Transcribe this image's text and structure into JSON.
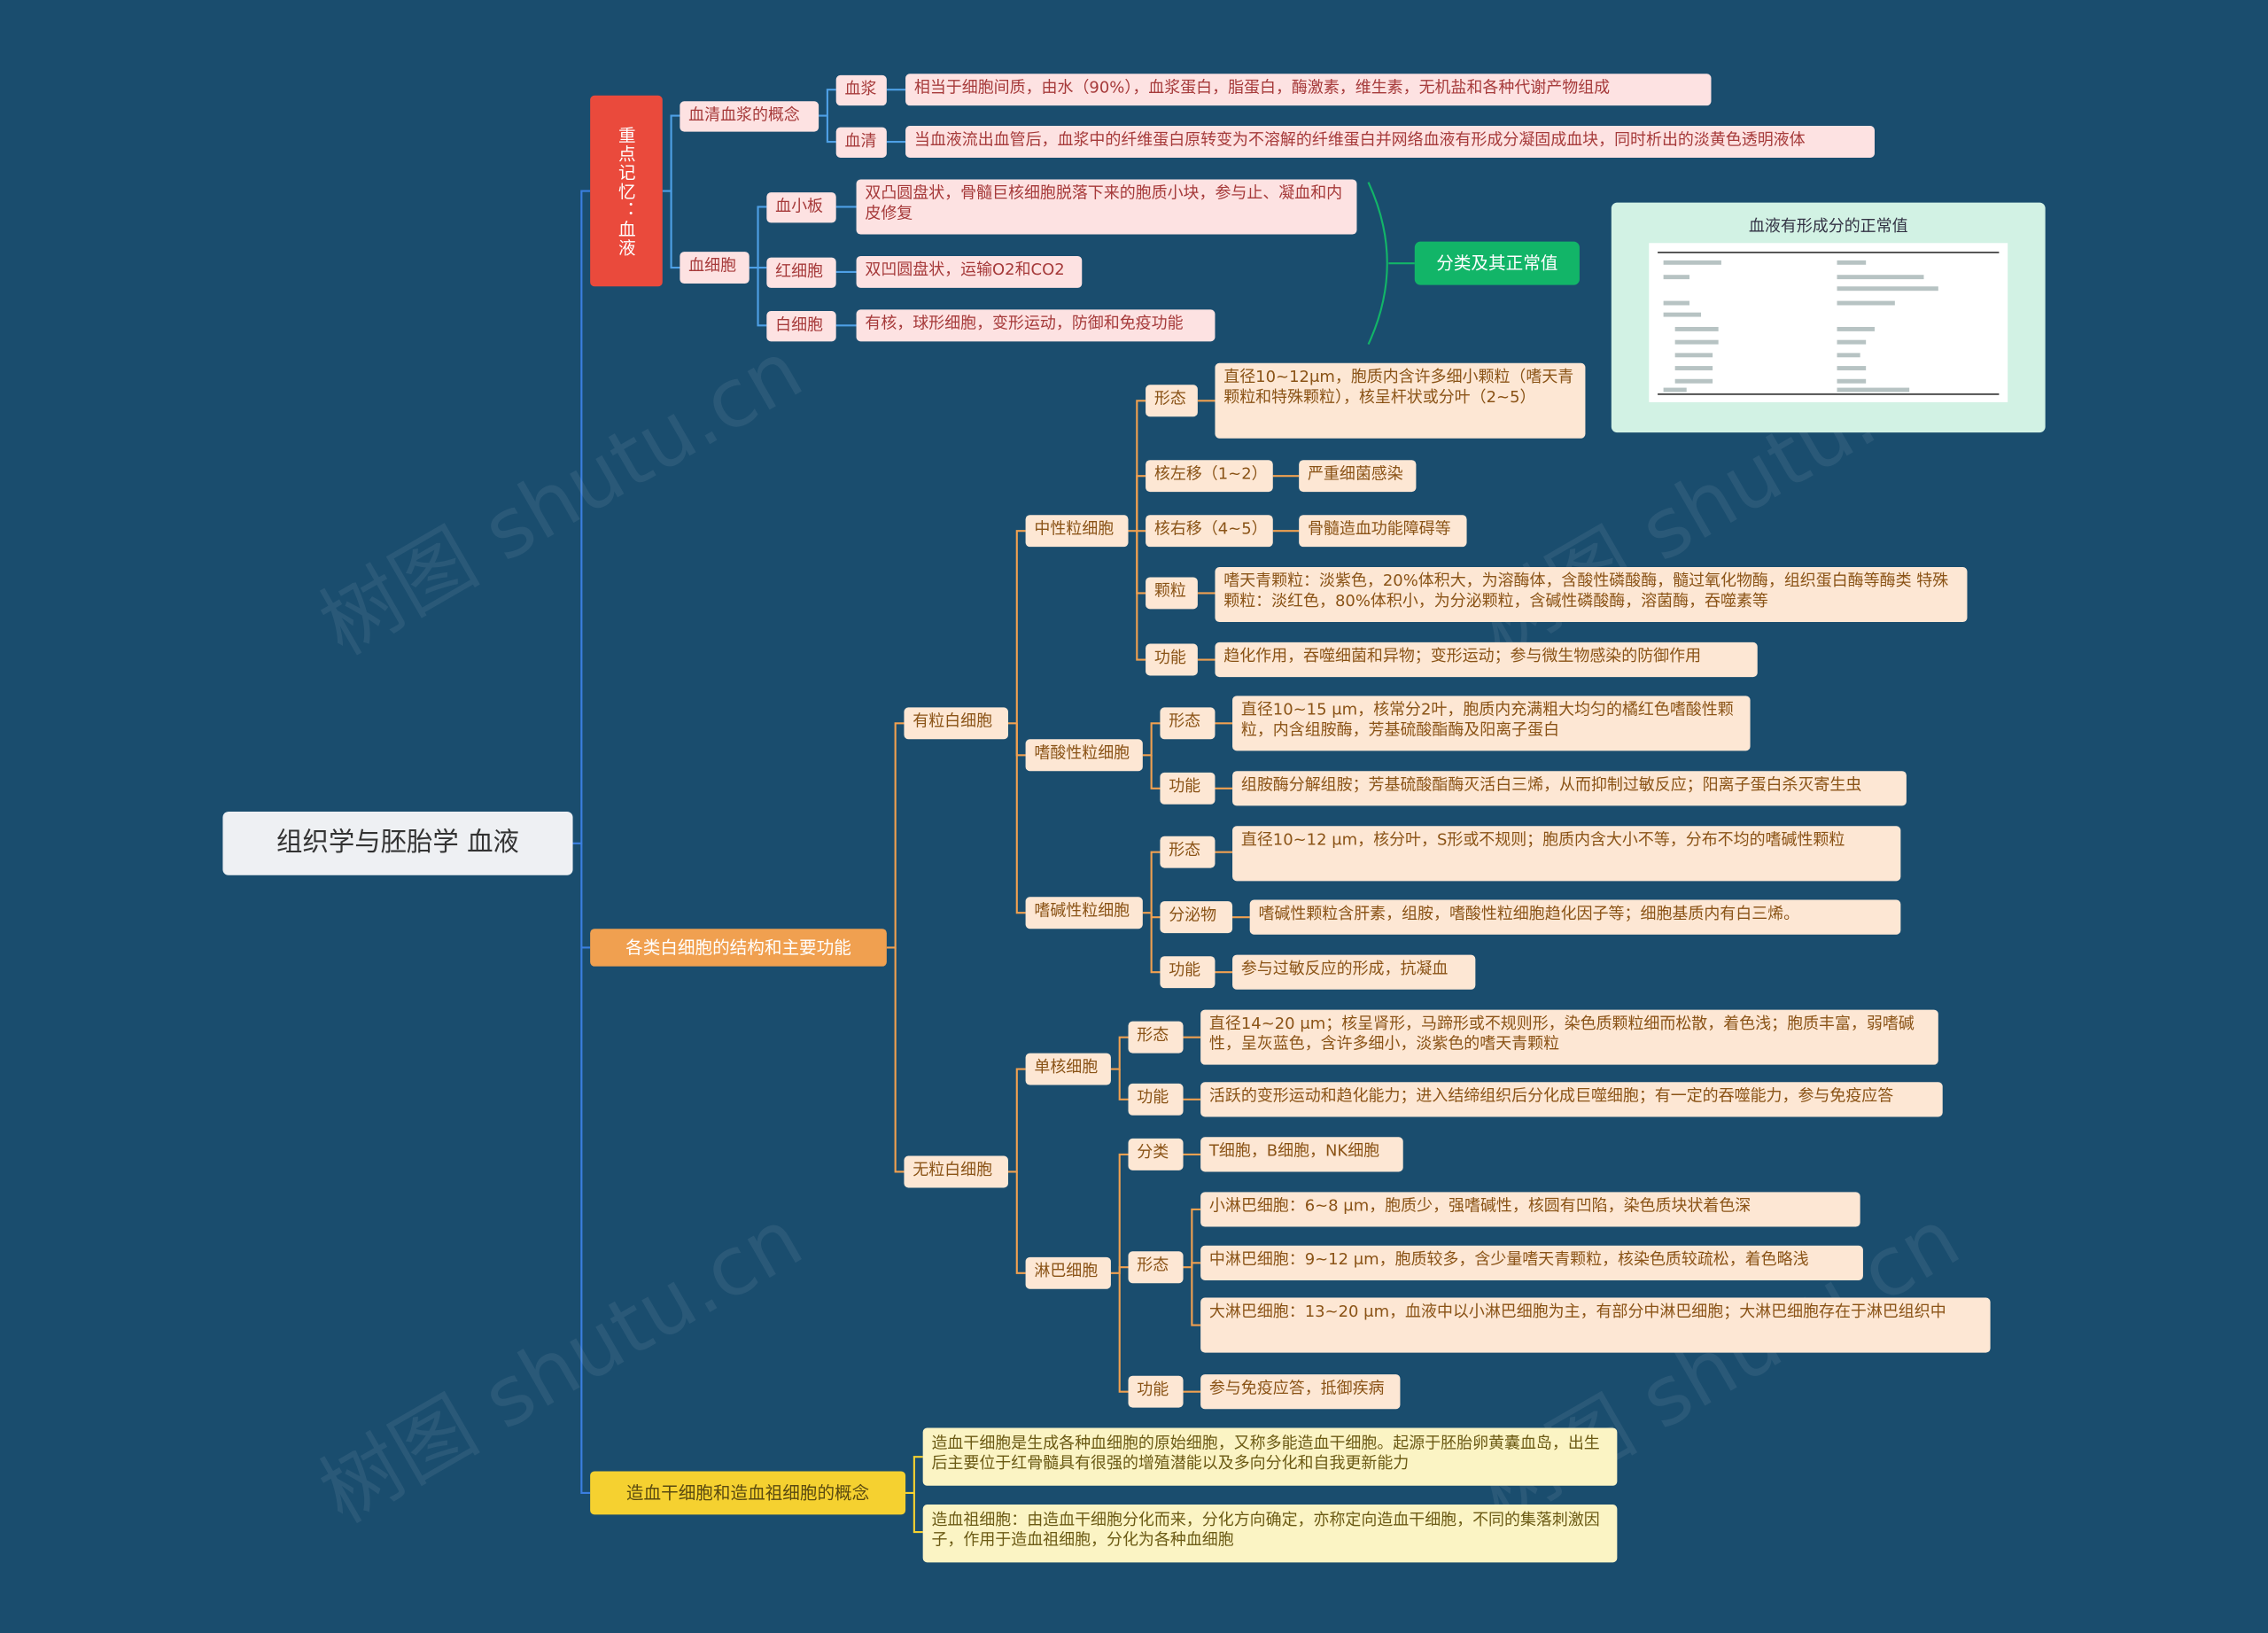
{
  "root": {
    "title": "组织学与胚胎学   血液"
  },
  "branch1": {
    "label": "重点记忆：血液",
    "plasma_concept": "血清血浆的概念",
    "plasma": {
      "label": "血浆",
      "text": "相当于细胞间质，由水（90%），血浆蛋白，脂蛋白，酶激素，维生素，无机盐和各种代谢产物组成"
    },
    "serum": {
      "label": "血清",
      "text": "当血液流出血管后，血浆中的纤维蛋白原转变为不溶解的纤维蛋白并网络血液有形成分凝固成血块，同时析出的淡黄色透明液体"
    },
    "blood_cells": "血细胞",
    "platelet": {
      "label": "血小板",
      "text": "双凸圆盘状，骨髓巨核细胞脱落下来的胞质小块，参与止、凝血和内皮修复"
    },
    "rbc": {
      "label": "红细胞",
      "text": "双凹圆盘状，运输O2和CO2"
    },
    "wbc": {
      "label": "白细胞",
      "text": "有核，球形细胞，变形运动，防御和免疫功能"
    },
    "classify": "分类及其正常值",
    "card_title": "血液有形成分的正常值"
  },
  "branch2": {
    "label": "各类白细胞的结构和主要功能",
    "granular": "有粒白细胞",
    "neutrophil": {
      "label": "中性粒细胞",
      "morph_label": "形态",
      "morph_text": "直径10~12μm，胞质内含许多细小颗粒（嗜天青颗粒和特殊颗粒），核呈杆状或分叶（2~5）",
      "left_label": "核左移（1~2）",
      "left_text": "严重细菌感染",
      "right_label": "核右移（4~5）",
      "right_text": "骨髓造血功能障碍等",
      "granule_label": "颗粒",
      "granule_text": "嗜天青颗粒：淡紫色，20%体积大，为溶酶体，含酸性磷酸酶，髓过氧化物酶，组织蛋白酶等酶类 特殊颗粒：淡红色，80%体积小，为分泌颗粒，含碱性磷酸酶，溶菌酶，吞噬素等",
      "func_label": "功能",
      "func_text": "趋化作用，吞噬细菌和异物；变形运动；参与微生物感染的防御作用"
    },
    "eosinophil": {
      "label": "嗜酸性粒细胞",
      "morph_label": "形态",
      "morph_text": "直径10~15 μm，核常分2叶，胞质内充满粗大均匀的橘红色嗜酸性颗粒，内含组胺酶，芳基硫酸酯酶及阳离子蛋白",
      "func_label": "功能",
      "func_text": "组胺酶分解组胺；芳基硫酸酯酶灭活白三烯，从而抑制过敏反应；阳离子蛋白杀灭寄生虫"
    },
    "basophil": {
      "label": "嗜碱性粒细胞",
      "morph_label": "形态",
      "morph_text": "直径10~12 μm，核分叶，S形或不规则；胞质内含大小不等，分布不均的嗜碱性颗粒",
      "secrete_label": "分泌物",
      "secrete_text": "嗜碱性颗粒含肝素，组胺，嗜酸性粒细胞趋化因子等；细胞基质内有白三烯。",
      "func_label": "功能",
      "func_text": "参与过敏反应的形成，抗凝血"
    },
    "agranular": "无粒白细胞",
    "monocyte": {
      "label": "单核细胞",
      "morph_label": "形态",
      "morph_text": "直径14~20 μm；核呈肾形，马蹄形或不规则形，染色质颗粒细而松散，着色浅；胞质丰富，弱嗜碱性，呈灰蓝色，含许多细小，淡紫色的嗜天青颗粒",
      "func_label": "功能",
      "func_text": "活跃的变形运动和趋化能力；进入结缔组织后分化成巨噬细胞；有一定的吞噬能力，参与免疫应答"
    },
    "lymphocyte": {
      "label": "淋巴细胞",
      "class_label": "分类",
      "class_text": "T细胞，B细胞，NK细胞",
      "morph_label": "形态",
      "small": "小淋巴细胞：6~8 μm，胞质少，强嗜碱性，核圆有凹陷，染色质块状着色深",
      "medium": "中淋巴细胞：9~12 μm，胞质较多，含少量嗜天青颗粒，核染色质较疏松，着色略浅",
      "large": "大淋巴细胞：13~20 μm，血液中以小淋巴细胞为主，有部分中淋巴细胞；大淋巴细胞存在于淋巴组织中",
      "func_label": "功能",
      "func_text": "参与免疫应答，抵御疾病"
    }
  },
  "branch3": {
    "label": "造血干细胞和造血祖细胞的概念",
    "stem": "造血干细胞是生成各种血细胞的原始细胞，又称多能造血干细胞。起源于胚胎卵黄囊血岛，出生后主要位于红骨髓具有很强的增殖潜能以及多向分化和自我更新能力",
    "progenitor": "造血祖细胞：由造血干细胞分化而来，分化方向确定，亦称定向造血干细胞，不同的集落刺激因子，作用于造血祖细胞，分化为各种血细胞"
  },
  "watermark": "树图 shutu.cn"
}
